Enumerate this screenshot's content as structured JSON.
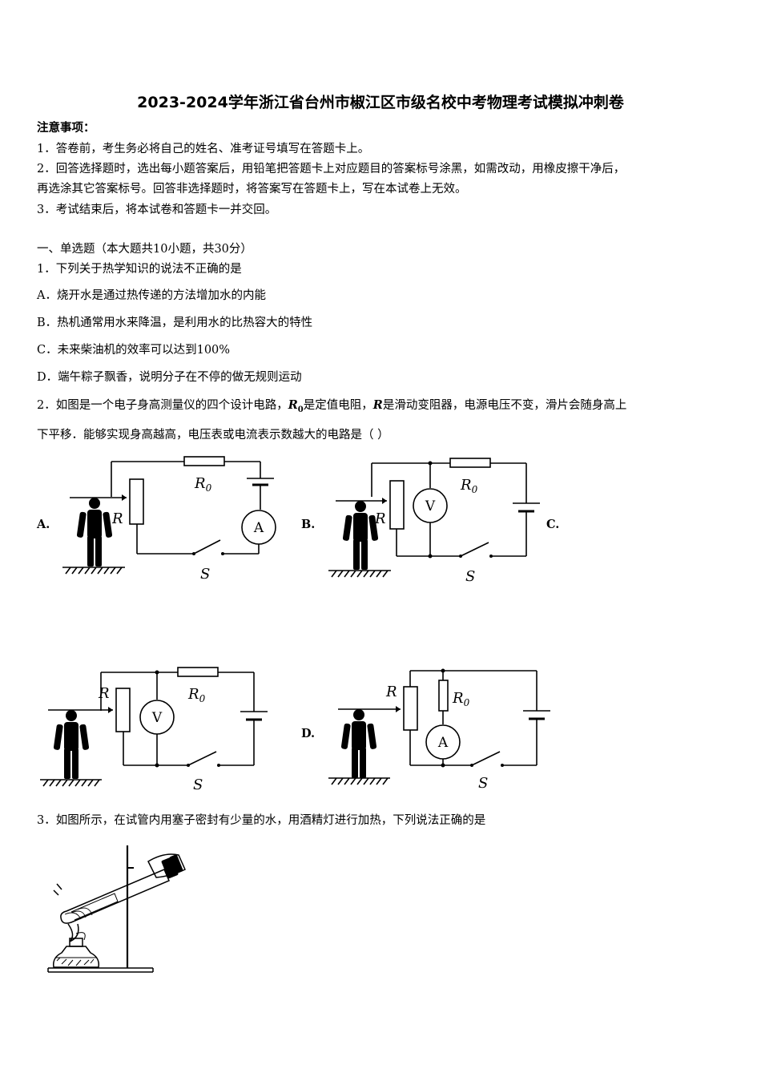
{
  "title": "2023-2024学年浙江省台州市椒江区市级名校中考物理考试模拟冲刺卷",
  "notice": {
    "heading": "注意事项：",
    "items": [
      "1．答卷前，考生务必将自己的姓名、准考证号填写在答题卡上。",
      "2．回答选择题时，选出每小题答案后，用铅笔把答题卡上对应题目的答案标号涂黑，如需改动，用橡皮擦干净后，",
      "再选涂其它答案标号。回答非选择题时，将答案写在答题卡上，写在本试卷上无效。",
      "3．考试结束后，将本试卷和答题卡一并交回。"
    ]
  },
  "section1": {
    "heading": "一、单选题（本大题共10小题，共30分）"
  },
  "q1": {
    "stem": "1．下列关于热学知识的说法不正确的是",
    "options": [
      "A．烧开水是通过热传递的方法增加水的内能",
      "B．热机通常用水来降温，是利用水的比热容大的特性",
      "C．未来柴油机的效率可以达到100%",
      "D．端午粽子飘香，说明分子在不停的做无规则运动"
    ]
  },
  "q2": {
    "stem_a": "2．如图是一个电子身高测量仪的四个设计电路，",
    "r0": "R",
    "r0_sub": "0",
    "stem_b": "是定值电阻，",
    "r": "R",
    "stem_c": "是滑动变阻器，电源电压不变，滑片会随身高上",
    "stem_line2": "下平移．能够实现身高越高，电压表或电流表示数越大的电路是（ ）",
    "labels": {
      "a": "A.",
      "b": "B.",
      "c": "C.",
      "d": "D."
    },
    "circuit": {
      "R": "R",
      "R0": "R",
      "R0_sub": "0",
      "S": "S",
      "ammeter": "A",
      "voltmeter": "V"
    }
  },
  "q3": {
    "stem": "3．如图所示，在试管内用塞子密封有少量的水，用酒精灯进行加热，下列说法正确的是"
  }
}
